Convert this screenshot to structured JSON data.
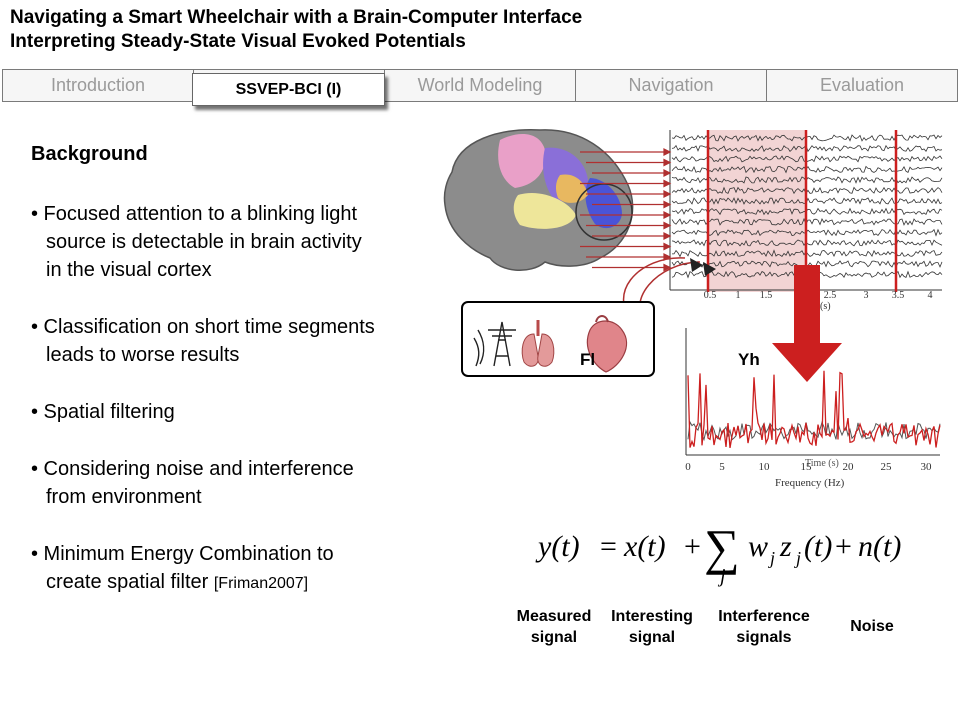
{
  "header": {
    "title_line1": "Navigating a Smart Wheelchair with a Brain-Computer Interface",
    "title_line2": "Interpreting Steady-State Visual Evoked Potentials"
  },
  "tabs": [
    {
      "label": "Introduction"
    },
    {
      "label": "SSVEP-BCI (I)",
      "active": true
    },
    {
      "label": "World Modeling"
    },
    {
      "label": "Navigation"
    },
    {
      "label": "Evaluation"
    }
  ],
  "content": {
    "heading": "Background",
    "bullets": [
      {
        "line1": "• Focused attention to a blinking light",
        "line2": "source is detectable in brain activity",
        "line3": "in the visual cortex"
      },
      {
        "line1": "• Classification on short time segments",
        "line2": "leads to worse results"
      },
      {
        "line1": "• Spatial filtering"
      },
      {
        "line1": "• Considering noise and interference",
        "line2": "from environment"
      },
      {
        "line1": "• Minimum Energy Combination to",
        "line2": "create spatial filter",
        "cite": "[Friman2007]"
      }
    ]
  },
  "figure": {
    "eeg_time_ticks": [
      "0.5",
      "1",
      "1.5",
      "2.5",
      "3",
      "3.5",
      "4"
    ],
    "eeg_axis_unit": "(s)",
    "spectrum_label": "Yh",
    "filter_label": "Fl",
    "freq_ticks": [
      "0",
      "5",
      "10",
      "15",
      "20",
      "25",
      "30"
    ],
    "freq_axis_label": "Frequency (Hz)",
    "time_overlay_label": "Time (s)",
    "colors": {
      "accent": "#cc1f1f",
      "eeg": "#333333",
      "highlight": "#f2d4d4"
    },
    "icons": [
      "brain-icon",
      "power-tower-icon",
      "lungs-icon",
      "heart-icon"
    ]
  },
  "equation": {
    "lhs": "y(t)",
    "x_term": "x(t)",
    "sum_sub": "j",
    "w_term": "w",
    "z_term": "z",
    "n_term": "n(t)"
  },
  "labels": {
    "measured": "Measured signal",
    "interesting": "Interesting signal",
    "interference": "Interference signals",
    "noise": "Noise"
  }
}
